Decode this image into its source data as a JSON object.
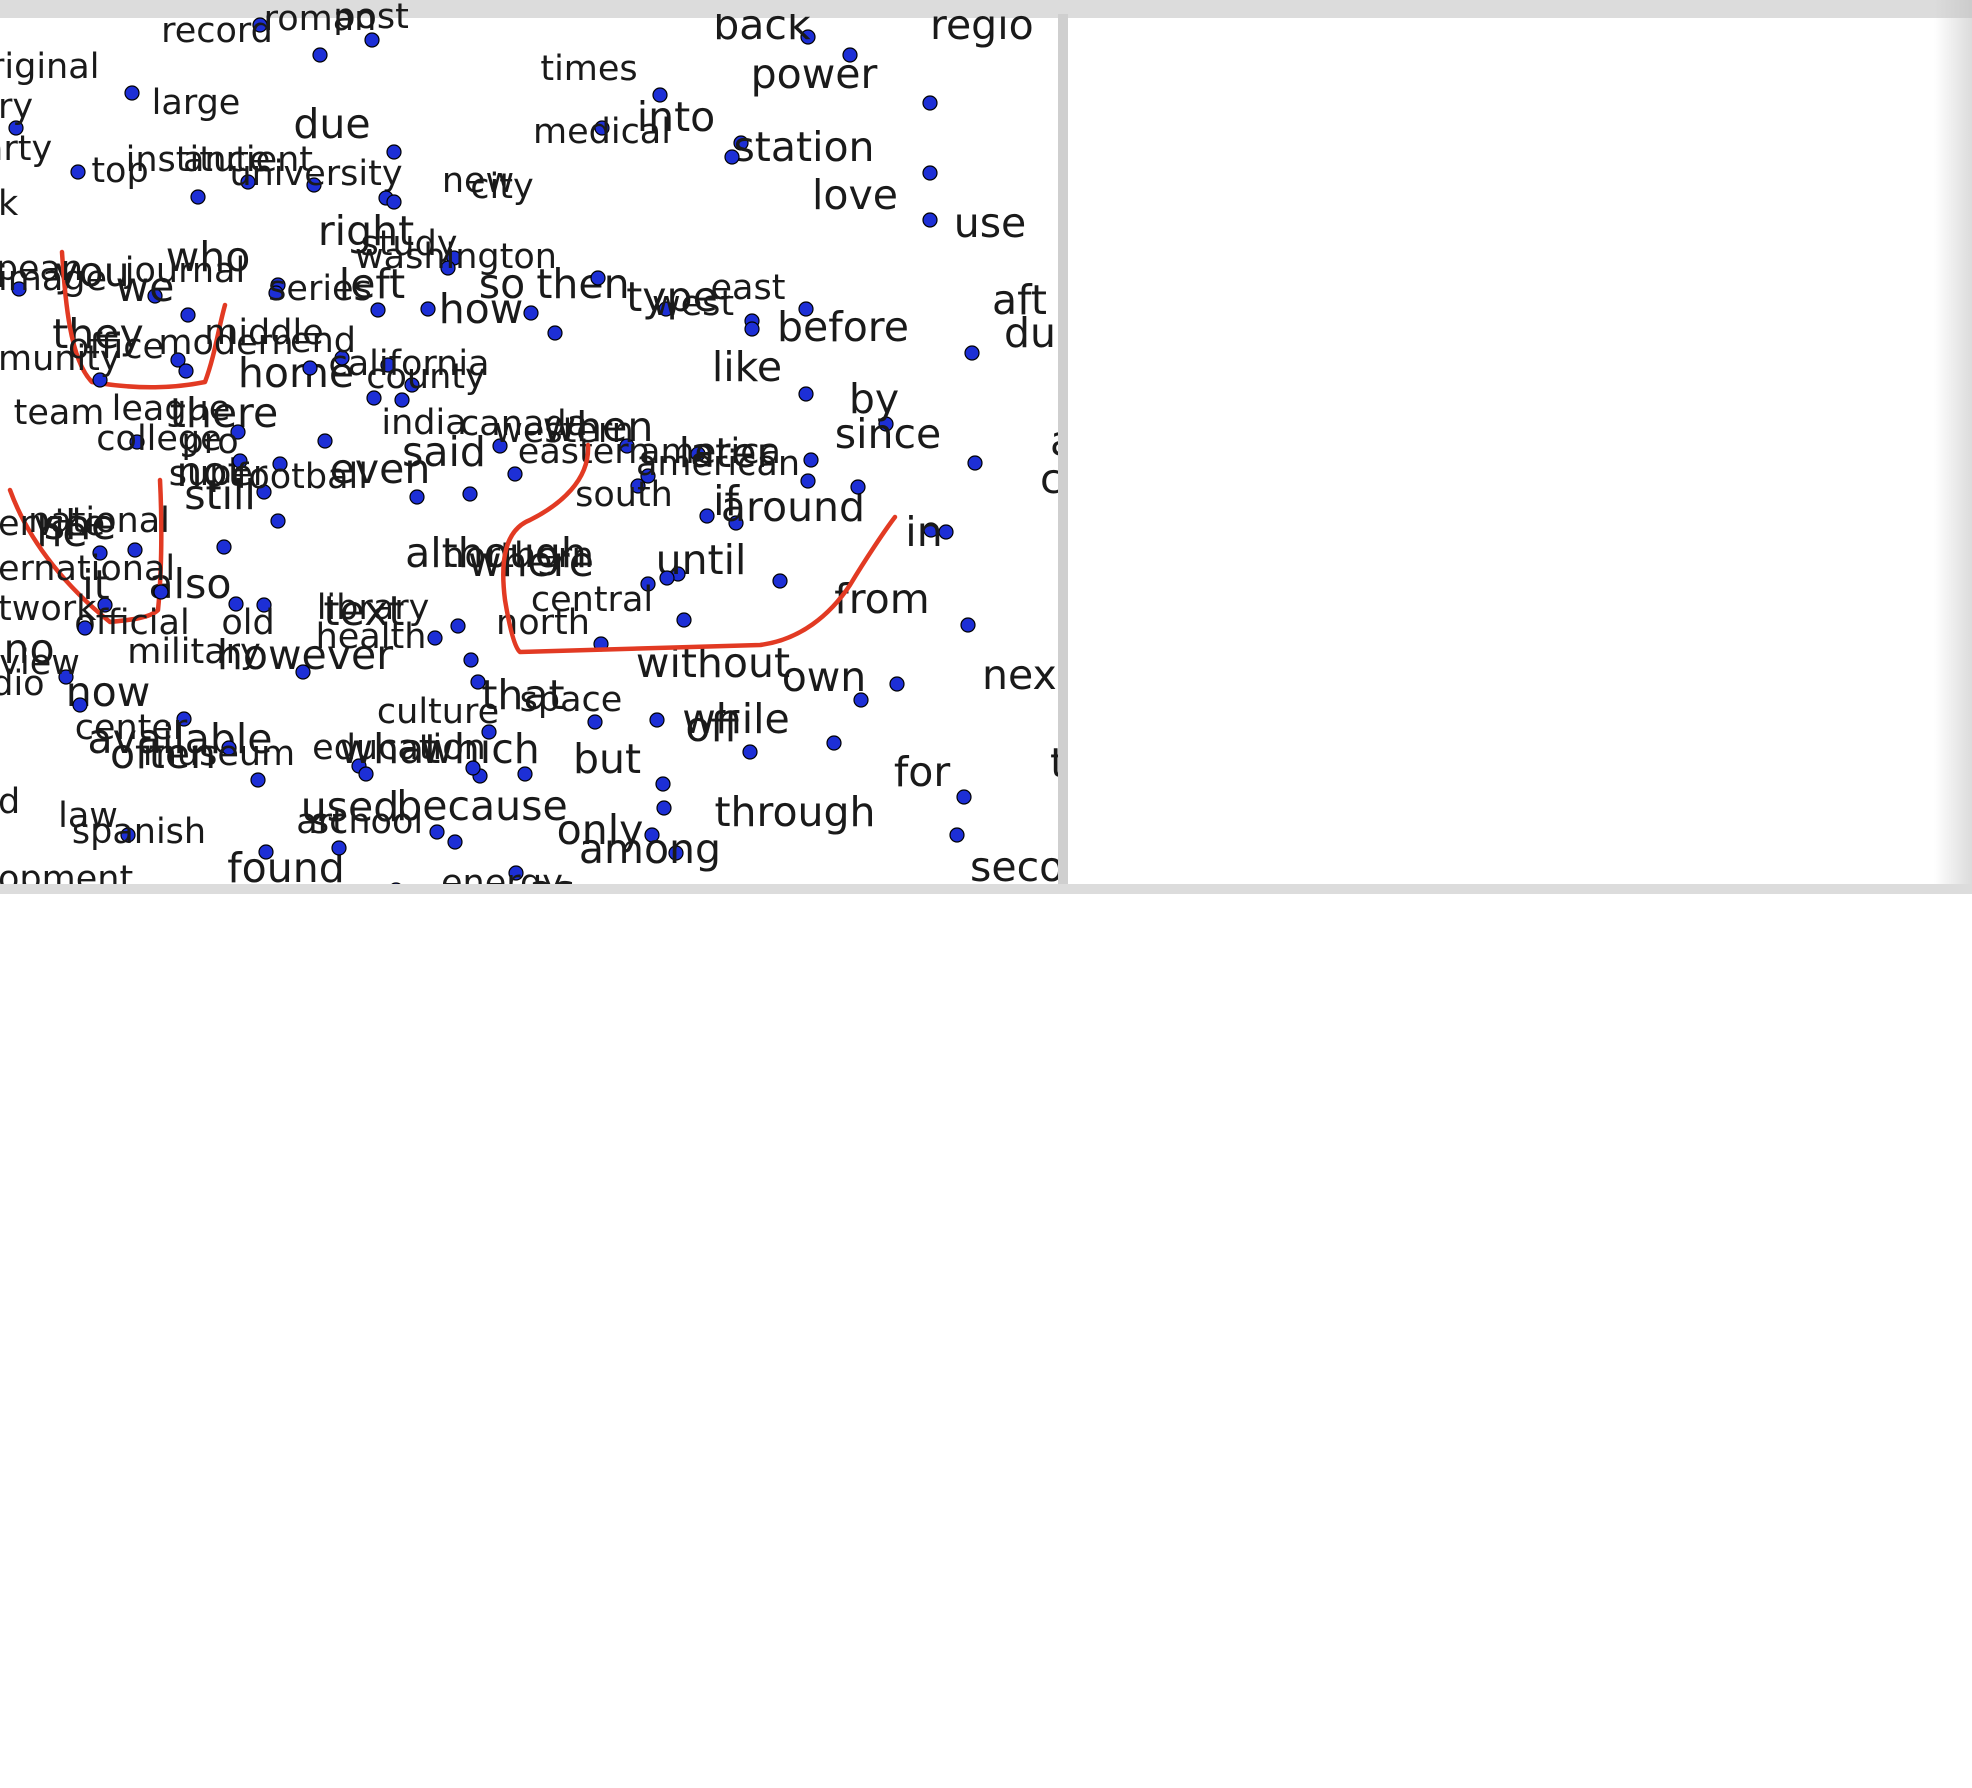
{
  "chart_data": [
    {
      "type": "scatter",
      "point_color": "#1d2fd6",
      "highlight_color": "#e23a23",
      "points": [
        {
          "label": "back"
        },
        {
          "label": "power"
        },
        {
          "label": "due"
        },
        {
          "label": "into"
        },
        {
          "label": "station"
        },
        {
          "label": "love"
        },
        {
          "label": "use"
        },
        {
          "label": "right"
        },
        {
          "label": "who"
        },
        {
          "label": "you"
        },
        {
          "label": "we"
        },
        {
          "label": "they"
        },
        {
          "label": "left"
        },
        {
          "label": "so"
        },
        {
          "label": "how"
        },
        {
          "label": "then"
        },
        {
          "label": "type"
        },
        {
          "label": "before"
        },
        {
          "label": "home"
        },
        {
          "label": "like"
        },
        {
          "label": "there"
        },
        {
          "label": "by"
        },
        {
          "label": "when"
        },
        {
          "label": "since"
        },
        {
          "label": "said"
        },
        {
          "label": "not"
        },
        {
          "label": "even"
        },
        {
          "label": "later"
        },
        {
          "label": "still"
        },
        {
          "label": "if"
        },
        {
          "label": "around"
        },
        {
          "label": "she"
        },
        {
          "label": "he"
        },
        {
          "label": "in"
        },
        {
          "label": "although"
        },
        {
          "label": "where"
        },
        {
          "label": "until"
        },
        {
          "label": "it"
        },
        {
          "label": "also"
        },
        {
          "label": "from"
        },
        {
          "label": "text"
        },
        {
          "label": "no"
        },
        {
          "label": "however"
        },
        {
          "label": "without"
        },
        {
          "label": "own"
        },
        {
          "label": "that"
        },
        {
          "label": "now"
        },
        {
          "label": "while"
        },
        {
          "label": "available"
        },
        {
          "label": "off"
        },
        {
          "label": "what"
        },
        {
          "label": "which"
        },
        {
          "label": "often"
        },
        {
          "label": "but"
        },
        {
          "label": "for"
        },
        {
          "label": "used"
        },
        {
          "label": "because"
        },
        {
          "label": "through"
        },
        {
          "label": "only"
        },
        {
          "label": "among"
        },
        {
          "label": "found"
        },
        {
          "label": "as"
        }
      ],
      "partial_labels": [
        "regio",
        "aft",
        "du",
        "a",
        "c",
        "nex",
        "t",
        "seco"
      ]
    },
    {
      "type": "scatter",
      "point_color": "#1d2fd6",
      "highlight_color": "#e23a23",
      "points": [
        {
          "label": "record"
        },
        {
          "label": "roman"
        },
        {
          "label": "post"
        },
        {
          "label": "original"
        },
        {
          "label": "times"
        },
        {
          "label": "large"
        },
        {
          "label": "party"
        },
        {
          "label": "medical"
        },
        {
          "label": "top"
        },
        {
          "label": "institute"
        },
        {
          "label": "ancient"
        },
        {
          "label": "university"
        },
        {
          "label": "new"
        },
        {
          "label": "city"
        },
        {
          "label": "study"
        },
        {
          "label": "washington"
        },
        {
          "label": "european"
        },
        {
          "label": "journal"
        },
        {
          "label": "series"
        },
        {
          "label": "east"
        },
        {
          "label": "west"
        },
        {
          "label": "office"
        },
        {
          "label": "modern"
        },
        {
          "label": "middle"
        },
        {
          "label": "end"
        },
        {
          "label": "california"
        },
        {
          "label": "county"
        },
        {
          "label": "team"
        },
        {
          "label": "league"
        },
        {
          "label": "college"
        },
        {
          "label": "pro"
        },
        {
          "label": "india"
        },
        {
          "label": "canada"
        },
        {
          "label": "western"
        },
        {
          "label": "eastern"
        },
        {
          "label": "america"
        },
        {
          "label": "american"
        },
        {
          "label": "super"
        },
        {
          "label": "football"
        },
        {
          "label": "south"
        },
        {
          "label": "national"
        },
        {
          "label": "northern"
        },
        {
          "label": "central"
        },
        {
          "label": "official"
        },
        {
          "label": "old"
        },
        {
          "label": "library"
        },
        {
          "label": "health"
        },
        {
          "label": "north"
        },
        {
          "label": "review"
        },
        {
          "label": "military"
        },
        {
          "label": "radio"
        },
        {
          "label": "culture"
        },
        {
          "label": "space"
        },
        {
          "label": "center"
        },
        {
          "label": "museum"
        },
        {
          "label": "education"
        },
        {
          "label": "law"
        },
        {
          "label": "spanish"
        },
        {
          "label": "art"
        },
        {
          "label": "school"
        },
        {
          "label": "energy"
        }
      ],
      "partial_labels": [
        "ry",
        "k",
        "image",
        "munity",
        "ervice",
        "ernational",
        "twork",
        "d",
        "opment"
      ]
    }
  ]
}
